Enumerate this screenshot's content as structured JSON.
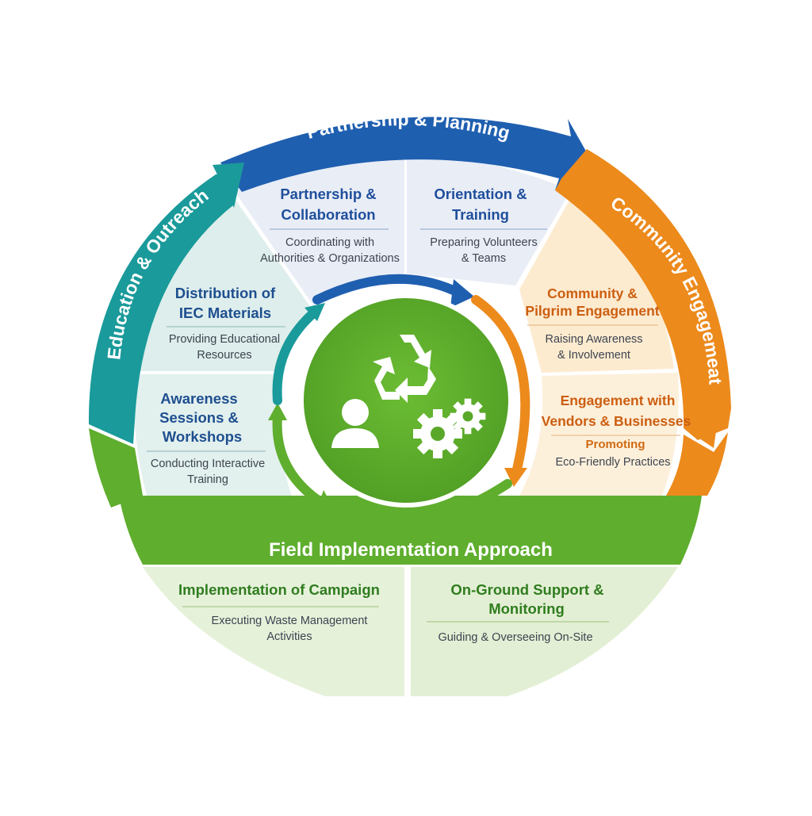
{
  "ring": {
    "top": "Partnership & Planning",
    "left": "Education & Outreach",
    "right": "Community Engagemeat",
    "bottom": "Field Implementation  Approach"
  },
  "sections": {
    "partnership": {
      "title1": "Partnership &",
      "title2": "Collaboration",
      "desc1": "Coordinating with",
      "desc2": "Authorities & Organizations"
    },
    "orientation": {
      "title1": "Orientation &",
      "title2": "Training",
      "desc1": "Preparing Volunteers",
      "desc2": "& Teams"
    },
    "iec": {
      "title1": "Distribution of",
      "title2": "IEC Materials",
      "desc1": "Providing Educational",
      "desc2": "Resources"
    },
    "awareness": {
      "title1": "Awareness",
      "title2": "Sessions &",
      "title3": "Workshops",
      "desc1": "Conducting Interactive",
      "desc2": "Training"
    },
    "community": {
      "title1": "Community &",
      "title2": "Pilgrim Engagement",
      "desc1": "Raising Awareness",
      "desc2": "& Involvement"
    },
    "vendors": {
      "title1": "Engagement with",
      "title2": "Vendors & Businesses",
      "sub": "Promoting",
      "desc1": "Eco-Friendly Practices"
    },
    "campaign": {
      "title1": "Implementation of Campaign",
      "desc1": "Executing Waste Management",
      "desc2": "Activities"
    },
    "support": {
      "title1": "On-Ground Support &",
      "title2": "Monitoring",
      "desc1": "Guiding & Overseeing On-Site"
    }
  },
  "center": {
    "icons": [
      "recycle-icon",
      "person-icon",
      "gears-icon"
    ]
  },
  "colors": {
    "blue": "#1f5fb0",
    "teal": "#1a9a9a",
    "orange": "#ec8a1c",
    "green": "#5fae2e",
    "center_green": "#5aa82a"
  }
}
